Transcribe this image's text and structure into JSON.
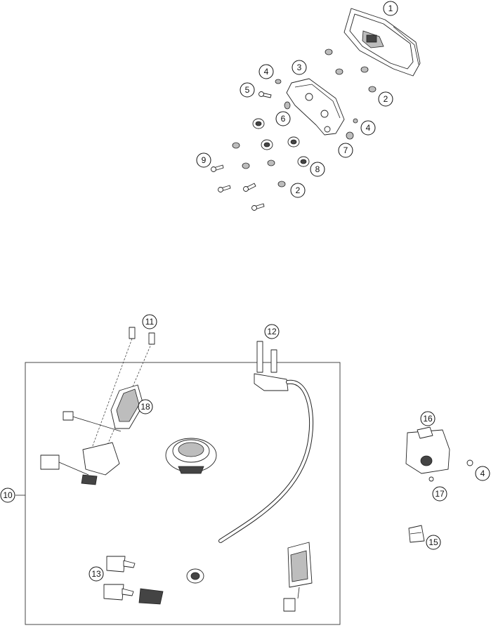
{
  "callouts": [
    {
      "id": "1",
      "label": "1"
    },
    {
      "id": "2a",
      "label": "2"
    },
    {
      "id": "2b",
      "label": "2"
    },
    {
      "id": "3",
      "label": "3"
    },
    {
      "id": "4a",
      "label": "4"
    },
    {
      "id": "4b",
      "label": "4"
    },
    {
      "id": "4c",
      "label": "4"
    },
    {
      "id": "5",
      "label": "5"
    },
    {
      "id": "6",
      "label": "6"
    },
    {
      "id": "7",
      "label": "7"
    },
    {
      "id": "8",
      "label": "8"
    },
    {
      "id": "9",
      "label": "9"
    },
    {
      "id": "10",
      "label": "10"
    },
    {
      "id": "11",
      "label": "11"
    },
    {
      "id": "12",
      "label": "12"
    },
    {
      "id": "13",
      "label": "13"
    },
    {
      "id": "15",
      "label": "15"
    },
    {
      "id": "16",
      "label": "16"
    },
    {
      "id": "17",
      "label": "17"
    },
    {
      "id": "18",
      "label": "18"
    }
  ]
}
